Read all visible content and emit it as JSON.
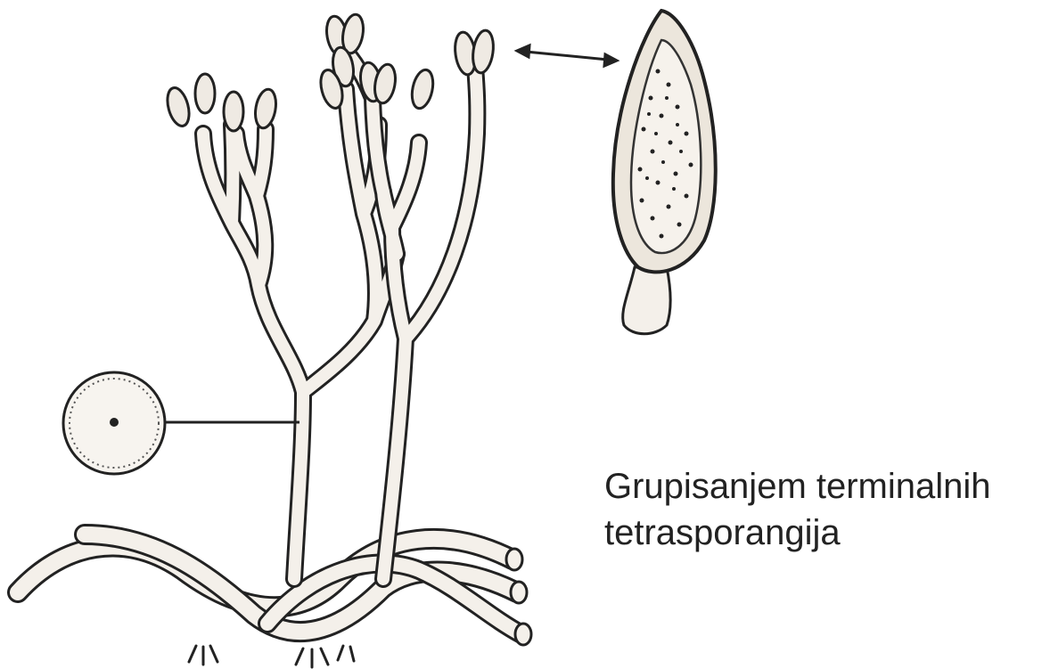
{
  "caption": {
    "line1": "Grupisanjem terminalnih",
    "line2": "tetrasporangija"
  },
  "colors": {
    "background": "#ffffff",
    "ink": "#222222",
    "stem_fill": "#f4f0ea",
    "sporangium_fill": "#efeae3"
  },
  "icons": {
    "plant": "branching-axes-illustration",
    "cross_section": "stem-cross-section-circle",
    "enlarged": "enlarged-sporangium",
    "arrow": "double-headed-arrow"
  }
}
